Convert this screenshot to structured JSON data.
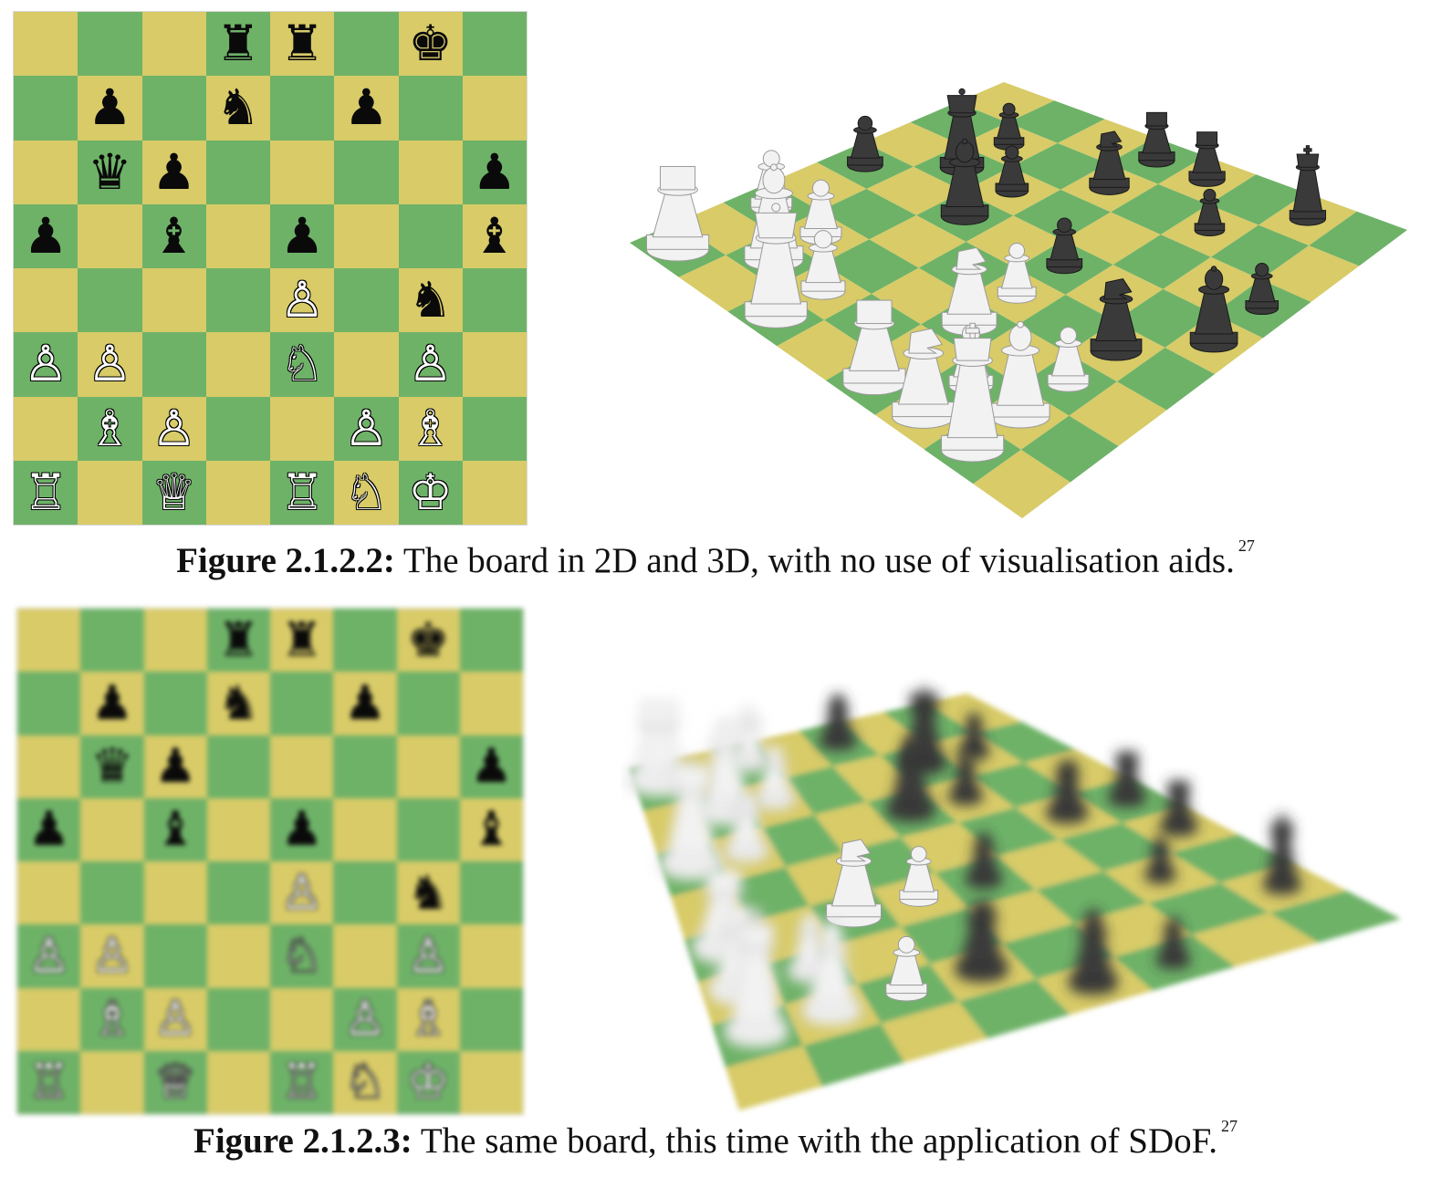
{
  "colors": {
    "light_square": "#d8cb68",
    "dark_square": "#6eb268",
    "white_piece": "#f2f2f2",
    "black_piece": "#3a3a3a"
  },
  "position": [
    [
      "",
      "",
      "",
      "♜",
      "♜",
      "",
      "♚",
      ""
    ],
    [
      "",
      "♟",
      "",
      "♞",
      "",
      "♟",
      "",
      ""
    ],
    [
      "",
      "♛",
      "♟",
      "",
      "",
      "",
      "",
      "♟"
    ],
    [
      "♟",
      "",
      "♝",
      "",
      "♟",
      "",
      "",
      "♝"
    ],
    [
      "",
      "",
      "",
      "",
      "♙",
      "",
      "♞",
      ""
    ],
    [
      "♙",
      "♙",
      "",
      "",
      "♘",
      "",
      "♙",
      ""
    ],
    [
      "",
      "♗",
      "♙",
      "",
      "",
      "♙",
      "♗",
      ""
    ],
    [
      "♖",
      "",
      "♕",
      "",
      "♖",
      "♘",
      "♔",
      ""
    ]
  ],
  "figure_top": {
    "label": "Figure 2.1.2.2:",
    "text": " The board in 2D and 3D, with no use of visualisation aids.",
    "ref": "27",
    "blurred": false
  },
  "figure_bottom": {
    "label": "Figure 2.1.2.3:",
    "text": " The same board, this time with the application of SDoF.",
    "ref": "27",
    "blurred": true
  }
}
